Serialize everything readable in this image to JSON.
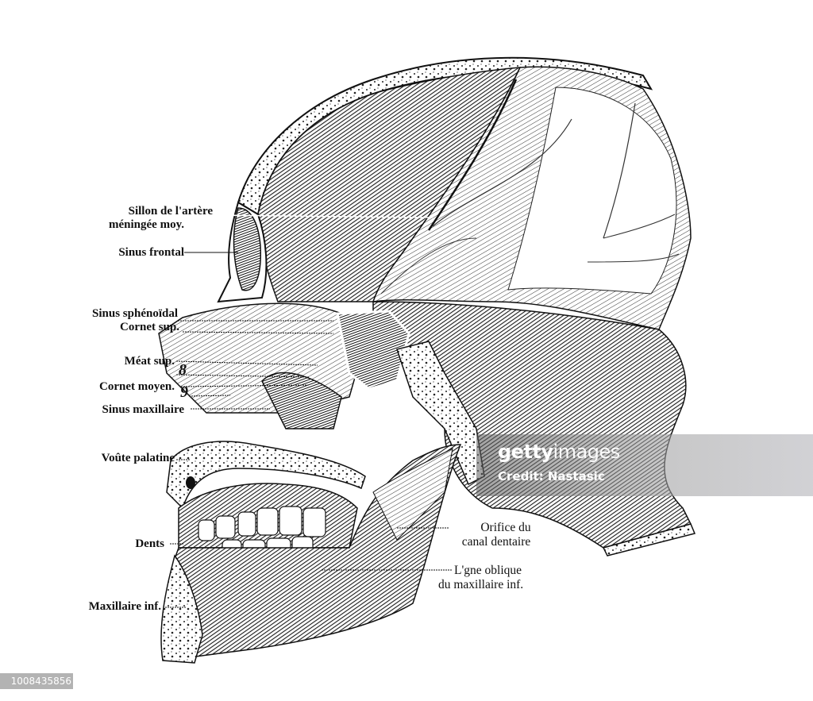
{
  "figure": {
    "subject": "Sagittal section of human skull (lateral view)",
    "labels_left": [
      {
        "id": "sillon",
        "text_line1": "Sillon de l'artère",
        "text_line2": "méningée moy."
      },
      {
        "id": "sinus-frontal",
        "text": "Sinus frontal"
      },
      {
        "id": "sinus-sphenoidal",
        "text": "Sinus sphénoïdal"
      },
      {
        "id": "cornet-sup",
        "text": "Cornet sup."
      },
      {
        "id": "meat-sup",
        "text": "Méat sup."
      },
      {
        "id": "cornet-moyen",
        "text": "Cornet moyen."
      },
      {
        "id": "sinus-maxillaire",
        "text": "Sinus maxillaire"
      },
      {
        "id": "voute-palatine",
        "text": "Voûte palatine"
      },
      {
        "id": "dents",
        "text": "Dents"
      },
      {
        "id": "maxillaire-inf",
        "text": "Maxillaire inf."
      }
    ],
    "numbers": [
      "8",
      "9"
    ],
    "labels_right": [
      {
        "id": "orifice",
        "text_line1": "Orifice du",
        "text_line2": "canal dentaire"
      },
      {
        "id": "ligne-oblique",
        "text_line1": "L'gne oblique",
        "text_line2": "du maxillaire inf."
      }
    ]
  },
  "watermark": {
    "brand_bold": "getty",
    "brand_light": "images",
    "credit": "Credit: Nastasic"
  },
  "image_id": "1008435856"
}
